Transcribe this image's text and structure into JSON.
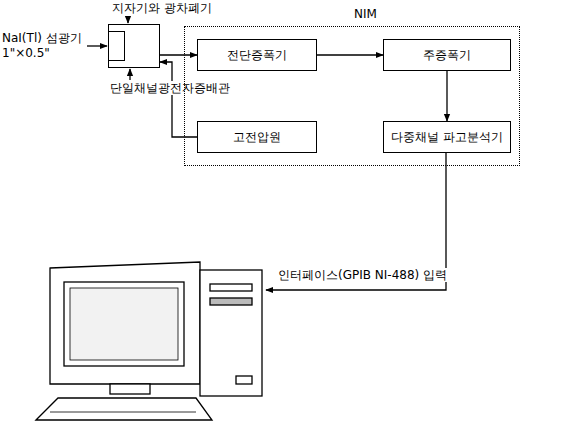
{
  "diagram": {
    "nodes": [
      {
        "text": [
          "지자기와 광차폐기",
          "NaI(Tl) 섬광기 1\"×0.5\"",
          "단일채널광전자증배관"
        ]
      },
      {
        "text": [
          "NIM"
        ]
      },
      {
        "text": [
          "전단증폭기"
        ],
        "in": 1
      },
      {
        "text": [
          "주증폭기"
        ],
        "in": 1
      },
      {
        "text": [
          "고전압원"
        ],
        "in": 1
      },
      {
        "text": [
          "다중채널 파고분석기"
        ],
        "in": 1
      }
    ],
    "edges": [
      {
        "from": 0,
        "to": 2,
        "arrow": "to"
      },
      {
        "from": 4,
        "to": 0,
        "arrow": "to"
      },
      {
        "from": 2,
        "to": 3,
        "arrow": "to"
      },
      {
        "from": 3,
        "to": 5,
        "arrow": "to"
      }
    ],
    "labels": [
      "인터페이스(GPIB NI-488) 입력"
    ]
  }
}
